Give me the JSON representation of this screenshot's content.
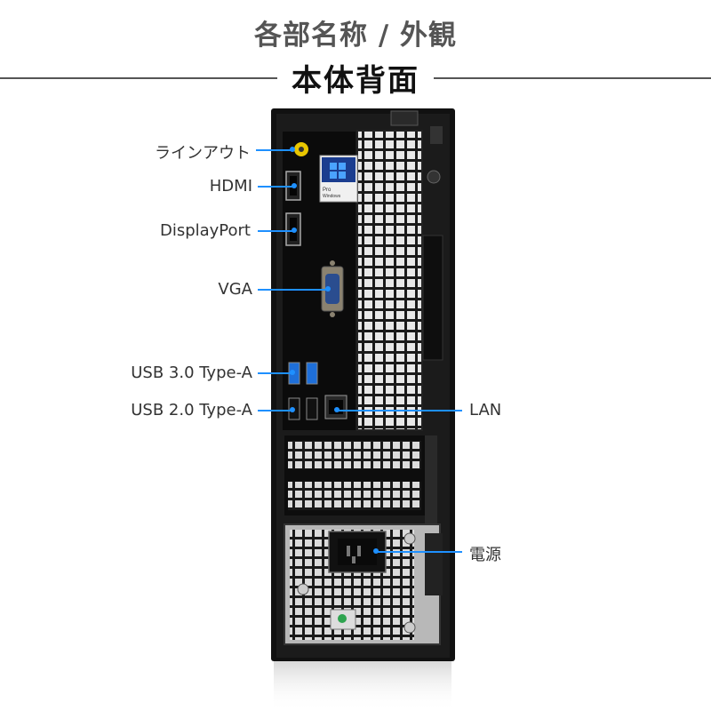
{
  "header": {
    "title": "各部名称 / 外観",
    "subtitle": "本体背面"
  },
  "labels": {
    "line_out": "ラインアウト",
    "hdmi": "HDMI",
    "displayport": "DisplayPort",
    "vga": "VGA",
    "usb3": "USB 3.0 Type-A",
    "usb2": "USB 2.0 Type-A",
    "lan": "LAN",
    "power": "電源"
  },
  "badge": {
    "brand_line1": "Pro",
    "brand_line2": "Windows"
  },
  "colors": {
    "accent": "#1e90ff",
    "case": "#111111",
    "usb3_blue": "#1e6fd9",
    "audio_yellow": "#e8c600"
  }
}
